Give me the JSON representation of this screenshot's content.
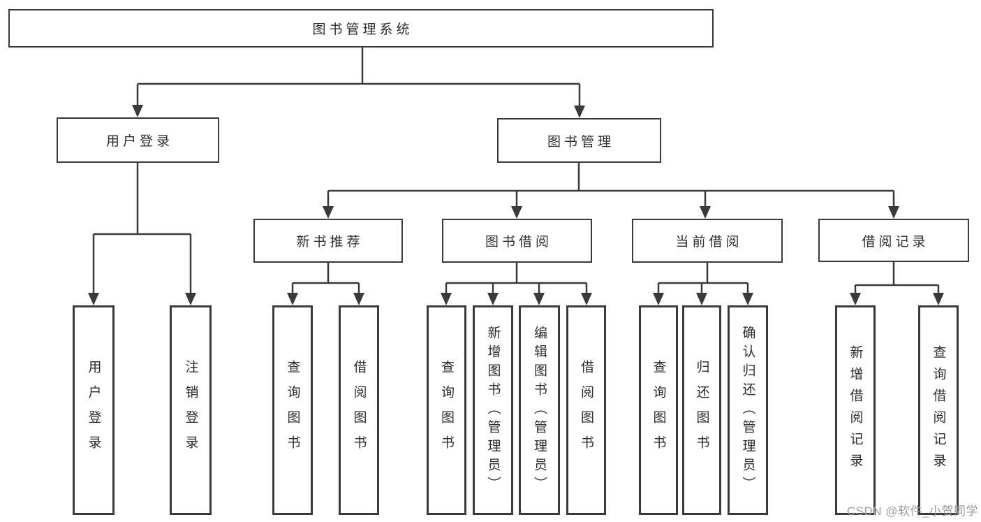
{
  "colors": {
    "background": "#ffffff",
    "line": "#3a3a3a",
    "box_border": "#3a3a3a",
    "text": "#2d2d2d",
    "watermark": "#9b9b9b"
  },
  "watermark": {
    "text": "CSDN @软件_小贺同学"
  },
  "tree": {
    "label": "图书管理系统",
    "children": [
      {
        "label": "用户登录",
        "children": [
          {
            "label": "用户登录"
          },
          {
            "label": "注销登录"
          }
        ]
      },
      {
        "label": "图书管理",
        "children": [
          {
            "label": "新书推荐",
            "children": [
              {
                "label": "查询图书"
              },
              {
                "label": "借阅图书"
              }
            ]
          },
          {
            "label": "图书借阅",
            "children": [
              {
                "label": "查询图书"
              },
              {
                "label": "新增图书（管理员）"
              },
              {
                "label": "编辑图书（管理员）"
              },
              {
                "label": "借阅图书"
              }
            ]
          },
          {
            "label": "当前借阅",
            "children": [
              {
                "label": "查询图书"
              },
              {
                "label": "归还图书"
              },
              {
                "label": "确认归还（管理员）"
              }
            ]
          },
          {
            "label": "借阅记录",
            "children": [
              {
                "label": "新增借阅记录"
              },
              {
                "label": "查询借阅记录"
              }
            ]
          }
        ]
      }
    ]
  }
}
